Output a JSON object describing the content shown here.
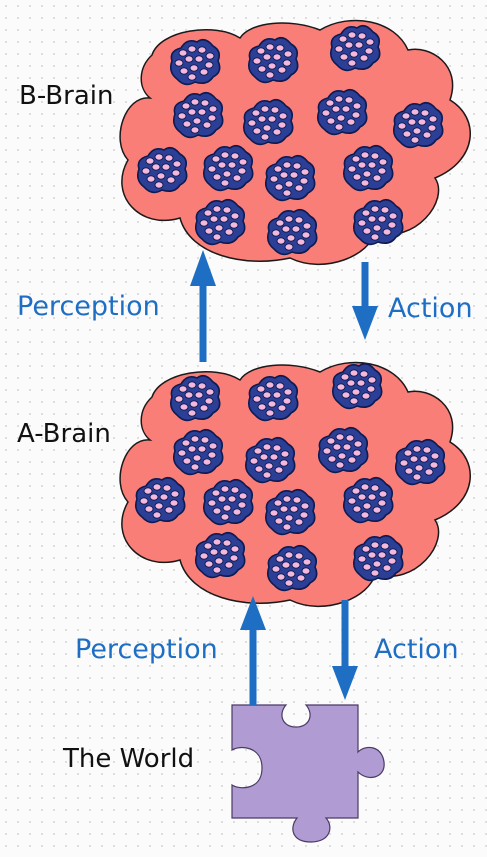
{
  "labels": {
    "b_brain": "B-Brain",
    "a_brain": "A-Brain",
    "the_world": "The World",
    "perception_upper": "Perception",
    "action_upper": "Action",
    "perception_lower": "Perception",
    "action_lower": "Action"
  },
  "colors": {
    "brain_fill": "#f97e78",
    "cell_cluster": "#233f96",
    "cell_body": "#f4b8dc",
    "arrow": "#1e6fc4",
    "label_blue": "#1e6fc4",
    "label_dark": "#111111",
    "world_fill": "#b09bd2"
  },
  "icons": {
    "brain": "neuron-cloud",
    "world": "puzzle-piece"
  }
}
